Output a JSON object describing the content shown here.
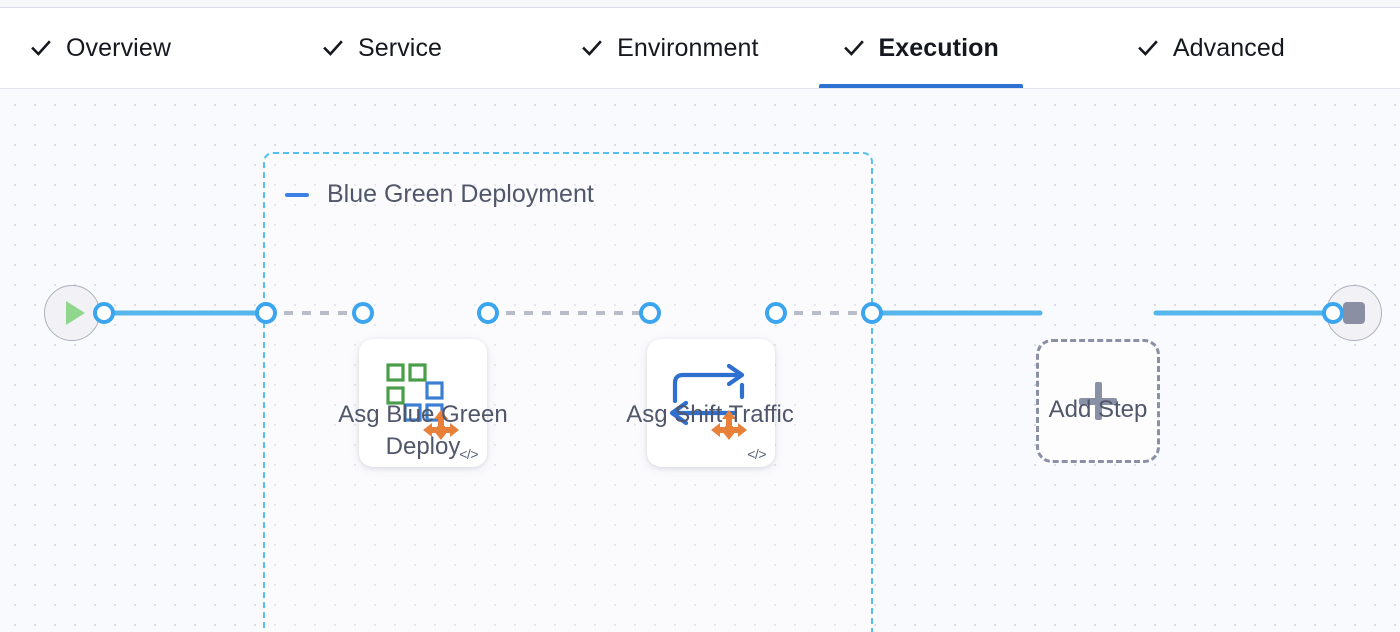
{
  "tabs": [
    {
      "label": "Overview",
      "icon": "check-icon",
      "checked": true,
      "active": false
    },
    {
      "label": "Service",
      "icon": "check-icon",
      "checked": true,
      "active": false
    },
    {
      "label": "Environment",
      "icon": "check-icon",
      "checked": true,
      "active": false
    },
    {
      "label": "Execution",
      "icon": "check-icon",
      "checked": true,
      "active": true
    },
    {
      "label": "Advanced",
      "icon": "check-icon",
      "checked": true,
      "active": false
    }
  ],
  "pipeline": {
    "start_node": {
      "name": "start-node",
      "icon": "play-icon"
    },
    "end_node": {
      "name": "end-node",
      "icon": "stop-icon"
    },
    "group": {
      "title": "Blue Green Deployment",
      "collapse_icon": "minus-icon",
      "border_color": "#54c0eb"
    },
    "steps": [
      {
        "label": "Asg Blue Green\nDeploy",
        "icon": "asg-blue-green-deploy-icon",
        "badge": "</>"
      },
      {
        "label": "Asg Shift Traffic",
        "icon": "asg-shift-traffic-icon",
        "badge": "</>"
      }
    ],
    "add_step": {
      "label": "Add Step",
      "icon": "plus-icon"
    }
  },
  "colors": {
    "accent_blue": "#2d72d2",
    "port_blue": "#3ba6ef",
    "edge_blue": "#56b6ec",
    "edge_gray": "#b9bdc9",
    "group_dash": "#54c0eb",
    "text": "#50576b",
    "canvas_bg": "#f9fafd"
  }
}
